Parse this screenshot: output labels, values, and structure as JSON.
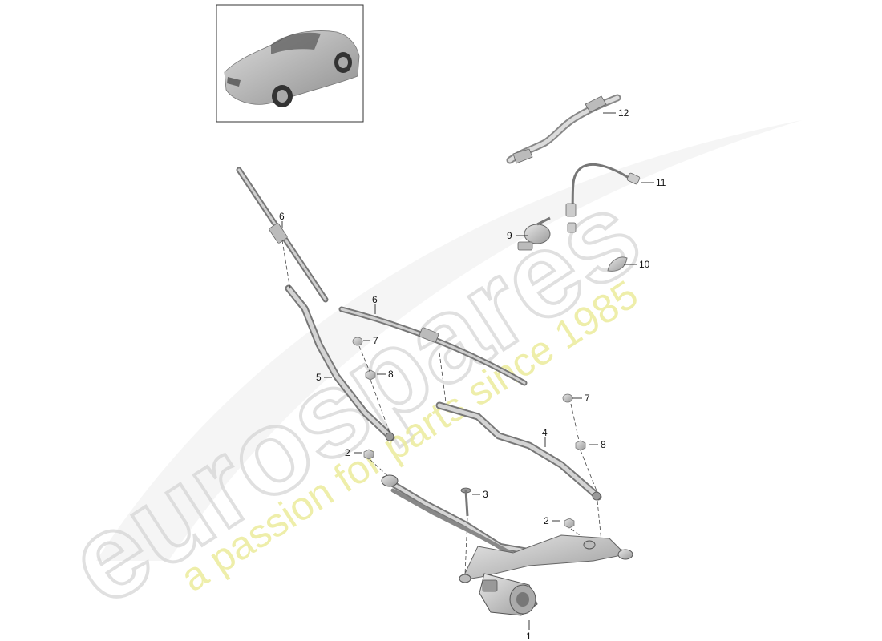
{
  "watermark": {
    "brand": "eurospares",
    "tagline": "a passion for parts since 1985"
  },
  "callouts": [
    {
      "id": "c12",
      "label": "12"
    },
    {
      "id": "c11",
      "label": "11"
    },
    {
      "id": "c9",
      "label": "9"
    },
    {
      "id": "c10",
      "label": "10"
    },
    {
      "id": "c6a",
      "label": "6"
    },
    {
      "id": "c6b",
      "label": "6"
    },
    {
      "id": "c7a",
      "label": "7"
    },
    {
      "id": "c8a",
      "label": "8"
    },
    {
      "id": "c5",
      "label": "5"
    },
    {
      "id": "c7b",
      "label": "7"
    },
    {
      "id": "c4",
      "label": "4"
    },
    {
      "id": "c8b",
      "label": "8"
    },
    {
      "id": "c2a",
      "label": "2"
    },
    {
      "id": "c3",
      "label": "3"
    },
    {
      "id": "c2b",
      "label": "2"
    },
    {
      "id": "c1",
      "label": "1"
    }
  ]
}
